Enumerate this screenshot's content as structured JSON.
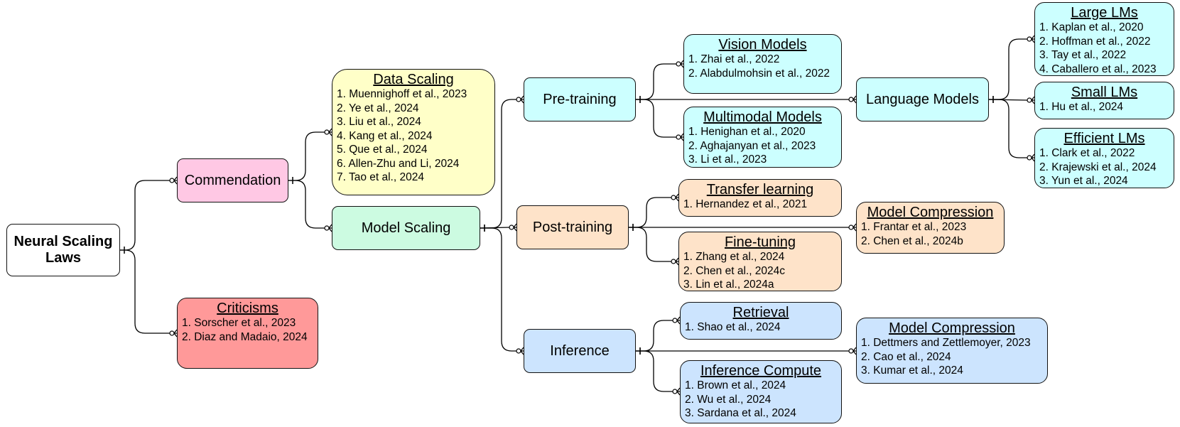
{
  "colors": {
    "root": "#ffffff",
    "commendation": "#ffc8e4",
    "criticisms": "#ff9999",
    "data_scaling": "#ffffc8",
    "model_scaling": "#ccfbe1",
    "pre_training": "#ccffff",
    "post_training": "#fee3c9",
    "inference": "#cce4fe"
  },
  "root": {
    "label": "Neural Scaling Laws"
  },
  "commendation": {
    "label": "Commendation"
  },
  "criticisms": {
    "title": "Criticisms",
    "items": [
      "1. Sorscher et al., 2023",
      "2. Diaz and Madaio, 2024"
    ]
  },
  "data_scaling": {
    "title": "Data Scaling",
    "items": [
      "1. Muennighoff et al., 2023",
      "2. Ye et al., 2024",
      "3. Liu et al., 2024",
      "4. Kang et al., 2024",
      "5. Que et al., 2024",
      "6. Allen-Zhu and Li, 2024",
      "7. Tao et al., 2024"
    ]
  },
  "model_scaling": {
    "label": "Model Scaling"
  },
  "pre_training": {
    "label": "Pre-training"
  },
  "post_training": {
    "label": "Post-training"
  },
  "inference": {
    "label": "Inference"
  },
  "vision_models": {
    "title": "Vision Models",
    "items": [
      "1. Zhai et al., 2022",
      "2. Alabdulmohsin et al., 2022"
    ]
  },
  "multimodal_models": {
    "title": "Multimodal Models",
    "items": [
      "1. Henighan et al., 2020",
      "2. Aghajanyan et al., 2023",
      "3. Li et al., 2023"
    ]
  },
  "language_models": {
    "label": "Language Models"
  },
  "large_lms": {
    "title": "Large LMs",
    "items": [
      "1. Kaplan et al., 2020",
      "2. Hoffman et al., 2022",
      "3. Tay et al., 2022",
      "4. Caballero et al., 2023"
    ]
  },
  "small_lms": {
    "title": "Small LMs",
    "items": [
      "1. Hu et al., 2024"
    ]
  },
  "efficient_lms": {
    "title": "Efficient LMs",
    "items": [
      "1. Clark et al., 2022",
      "2. Krajewski et al., 2024",
      "3. Yun et al., 2024"
    ]
  },
  "transfer_learning": {
    "title": "Transfer learning",
    "items": [
      "1. Hernandez et al., 2021"
    ]
  },
  "fine_tuning": {
    "title": "Fine-tuning",
    "items": [
      "1. Zhang et al., 2024",
      "2. Chen et al., 2024c",
      "3. Lin et al., 2024a"
    ]
  },
  "post_model_compression": {
    "title": "Model Compression",
    "items": [
      "1. Frantar et al., 2023",
      "2. Chen et al., 2024b"
    ]
  },
  "retrieval": {
    "title": "Retrieval",
    "items": [
      "1. Shao et al., 2024"
    ]
  },
  "inference_compute": {
    "title": "Inference Compute",
    "items": [
      "1. Brown et al., 2024",
      "2. Wu et al., 2024",
      "3. Sardana et al., 2024"
    ]
  },
  "inference_model_compression": {
    "title": "Model Compression",
    "items": [
      "1. Dettmers and Zettlemoyer, 2023",
      "2. Cao et al., 2024",
      "3. Kumar et al., 2024"
    ]
  }
}
